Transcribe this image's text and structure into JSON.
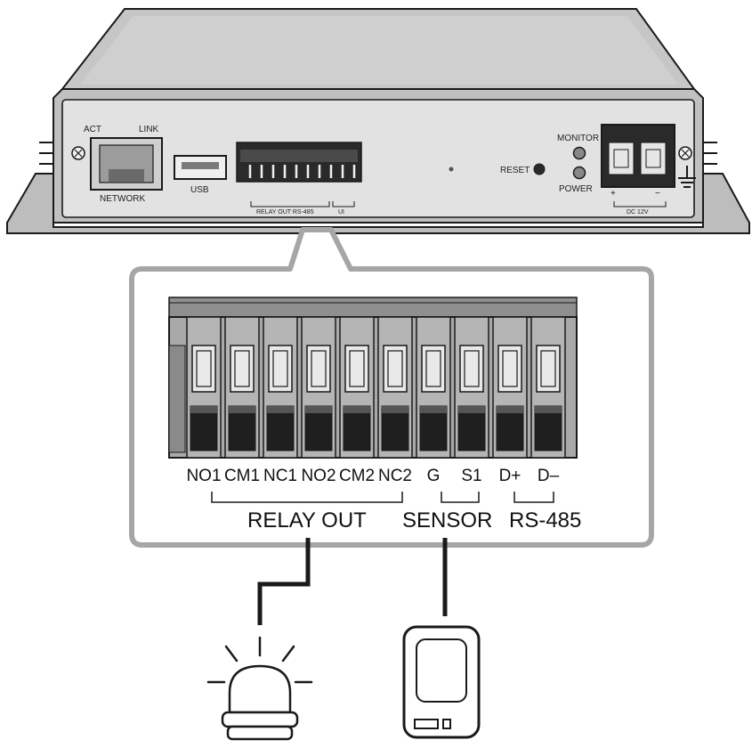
{
  "device": {
    "network": {
      "act": "ACT",
      "link": "LINK",
      "label": "NETWORK"
    },
    "usb": "USB",
    "reset": "RESET",
    "monitor": "MONITOR",
    "power": "POWER",
    "terminal_sub": {
      "relay_rs485": "RELAY OUT RS-485",
      "ui": "UI"
    },
    "dc_label": "DC 12V",
    "plus": "+",
    "minus": "−"
  },
  "connector": {
    "pins": [
      "NO1",
      "CM1",
      "NC1",
      "NO2",
      "CM2",
      "NC2",
      "G",
      "S1",
      "D+",
      "D–"
    ],
    "groups": {
      "relay_out": "RELAY OUT",
      "sensor": "SENSOR",
      "rs485": "RS-485"
    }
  },
  "colors": {
    "outline": "#1a1a1a",
    "panel": "#d9d9d9",
    "top": "#c4c4c4",
    "callout": "#a6a6a6"
  }
}
